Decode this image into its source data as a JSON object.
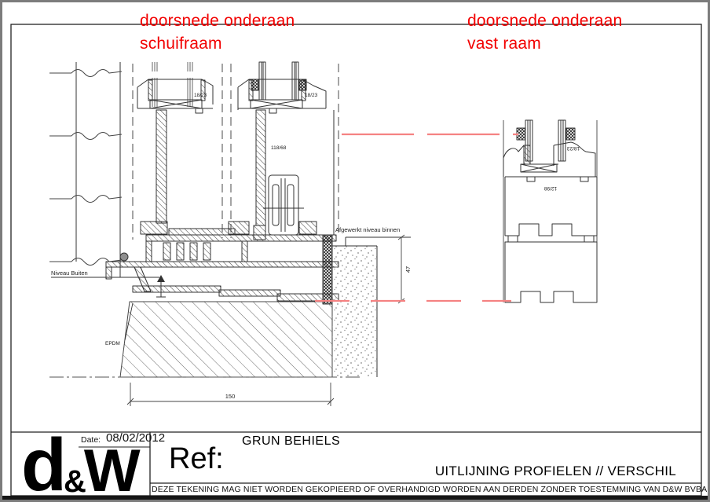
{
  "annotations": {
    "left_title_line1": "doorsnede onderaan",
    "left_title_line2": "schuifraam",
    "right_title_line1": "doorsnede onderaan",
    "right_title_line2": "vast raam"
  },
  "labels": {
    "bead_left": "18/23",
    "bead_right": "18/23",
    "sliding_profile": "118/68",
    "fixed_bead": "18/23",
    "fixed_profile": "12/98",
    "outside_level": "Niveau Buiten",
    "inside_level": "Afgewerkt niveau binnen",
    "epdm": "EPDM"
  },
  "dimensions": {
    "width": "150",
    "height": "47"
  },
  "title_block": {
    "logo_d": "d",
    "logo_amp": "&",
    "logo_w": "W",
    "date_label": "Date:",
    "date_value": "08/02/2012",
    "ref_label": "Ref:",
    "ref_value": "GRUN BEHIELS",
    "drawing_title": "UITLIJNING PROFIELEN // VERSCHIL",
    "disclaimer": "DEZE TEKENING MAG NIET WORDEN GEKOPIEERD OF OVERHANDIGD WORDEN AAN DERDEN ZONDER TOESTEMMING VAN D&W BVBA"
  },
  "colors": {
    "title_red": "#f20000",
    "alignment_red": "#f58282"
  }
}
